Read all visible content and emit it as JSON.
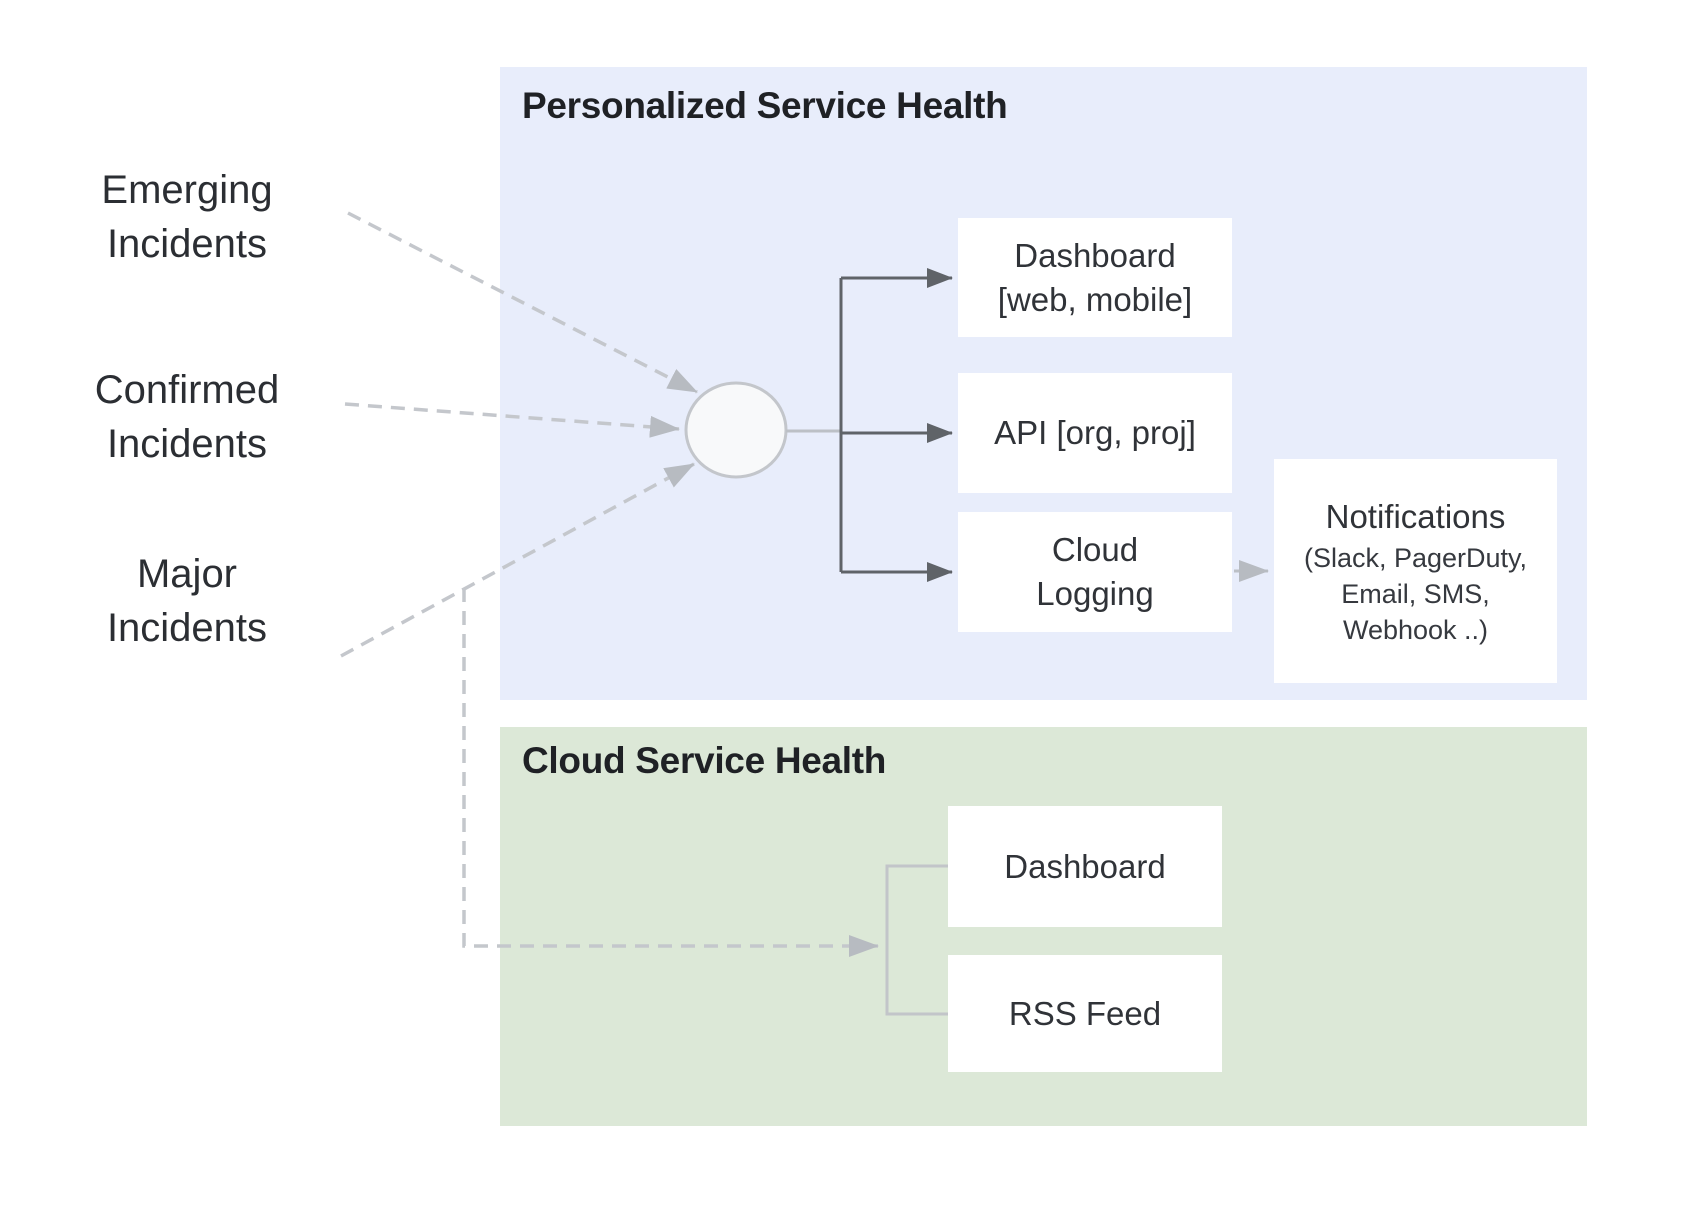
{
  "diagram": {
    "type": "flow-diagram",
    "description_visible_only": true
  },
  "sources": [
    {
      "id": "emerging",
      "label_lines": [
        "Emerging",
        "Incidents"
      ]
    },
    {
      "id": "confirmed",
      "label_lines": [
        "Confirmed",
        "Incidents"
      ]
    },
    {
      "id": "major",
      "label_lines": [
        "Major",
        "Incidents"
      ]
    }
  ],
  "personalized_panel": {
    "title": "Personalized Service Health",
    "boxes": [
      {
        "id": "dashboard-web-mobile",
        "lines": [
          "Dashboard",
          "[web, mobile]"
        ]
      },
      {
        "id": "api",
        "lines": [
          "API [org, proj]"
        ]
      },
      {
        "id": "cloud-logging",
        "lines": [
          "Cloud",
          "Logging"
        ]
      },
      {
        "id": "notifications",
        "title": "Notifications",
        "sub_lines": [
          "(Slack, PagerDuty,",
          "Email, SMS,",
          "Webhook ..)"
        ]
      }
    ]
  },
  "cloud_panel": {
    "title": "Cloud Service Health",
    "boxes": [
      {
        "id": "dashboard",
        "lines": [
          "Dashboard"
        ]
      },
      {
        "id": "rss-feed",
        "lines": [
          "RSS Feed"
        ]
      }
    ]
  },
  "colors": {
    "personalized_panel_bg": "#e8edfb",
    "cloud_panel_bg": "#dce8d7",
    "box_bg": "#ffffff",
    "dark_connector": "#5f6368",
    "light_connector": "#bcc0c6",
    "dashed_connector": "#c4c7cc",
    "hub_fill": "#f8f9fa",
    "hub_stroke": "#c3c6cb",
    "title_text": "#1f2125",
    "label_text": "#2b2e33"
  }
}
